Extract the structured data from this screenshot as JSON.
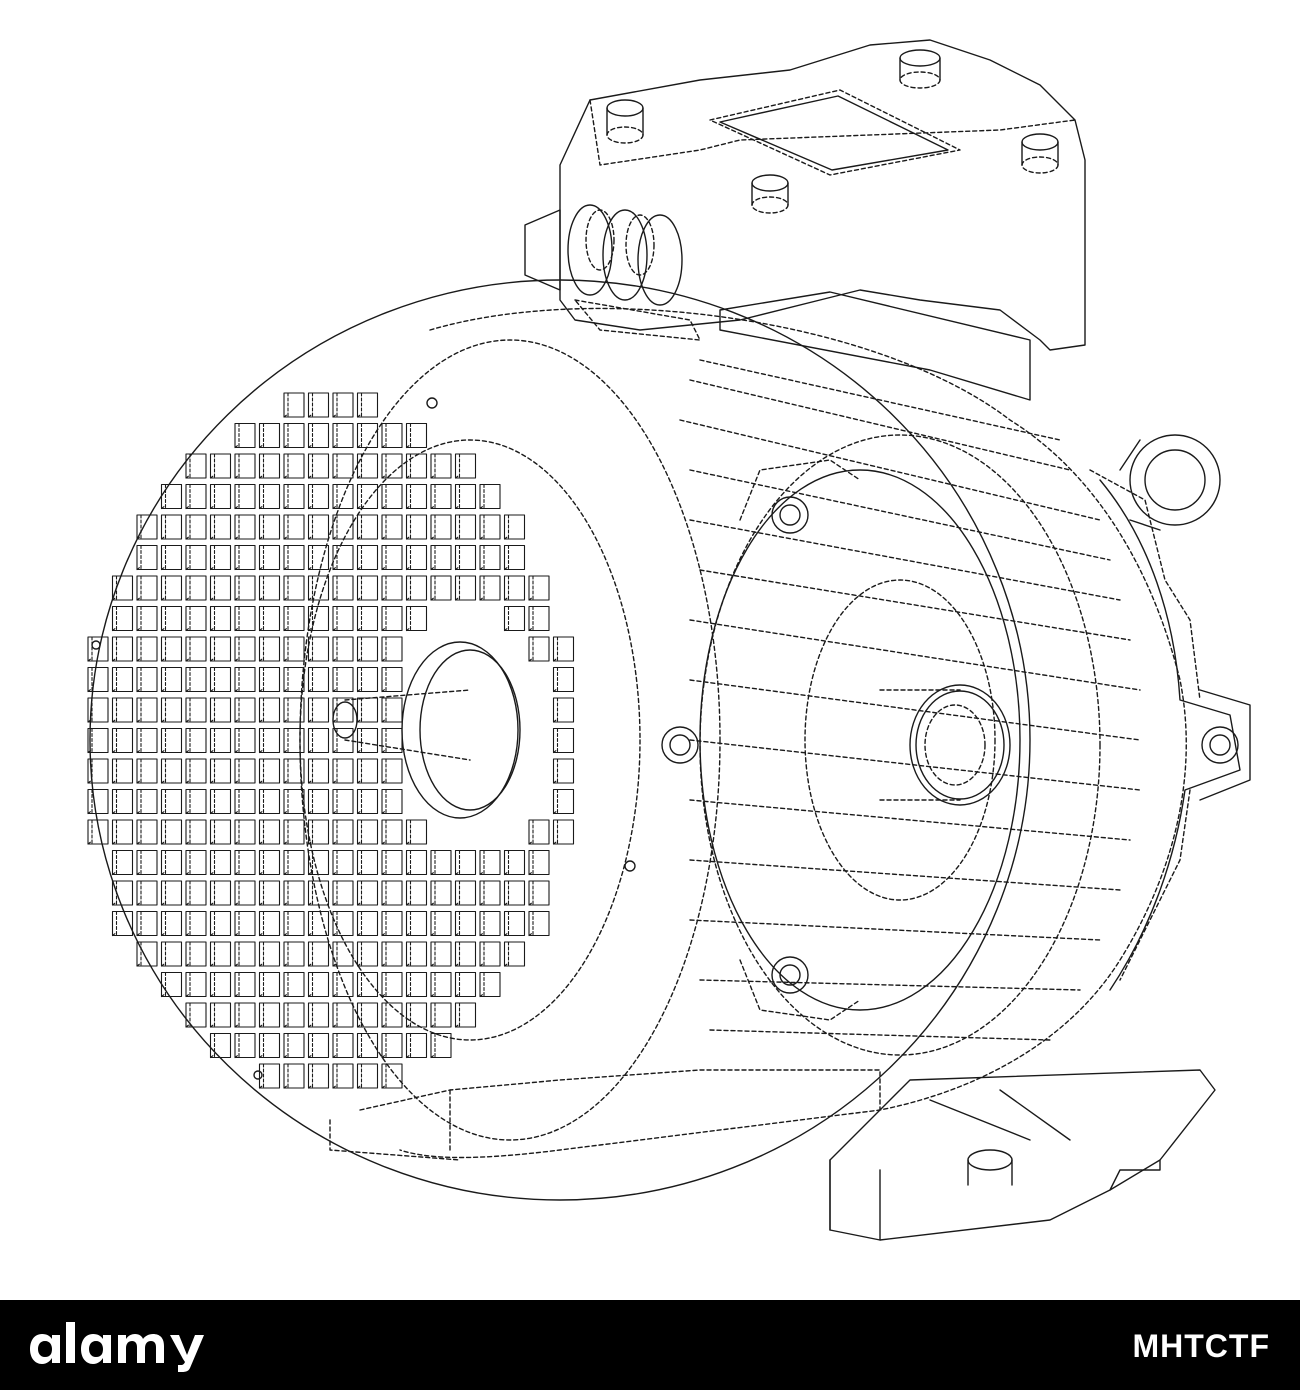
{
  "image": {
    "subject": "electric-motor-wireframe",
    "colors": {
      "line": "#1a1a1a",
      "background": "#ffffff",
      "footer": "#000000",
      "footer_text": "#ffffff"
    }
  },
  "footer": {
    "logo_text": "alamy",
    "image_id": "MHTCTF"
  }
}
